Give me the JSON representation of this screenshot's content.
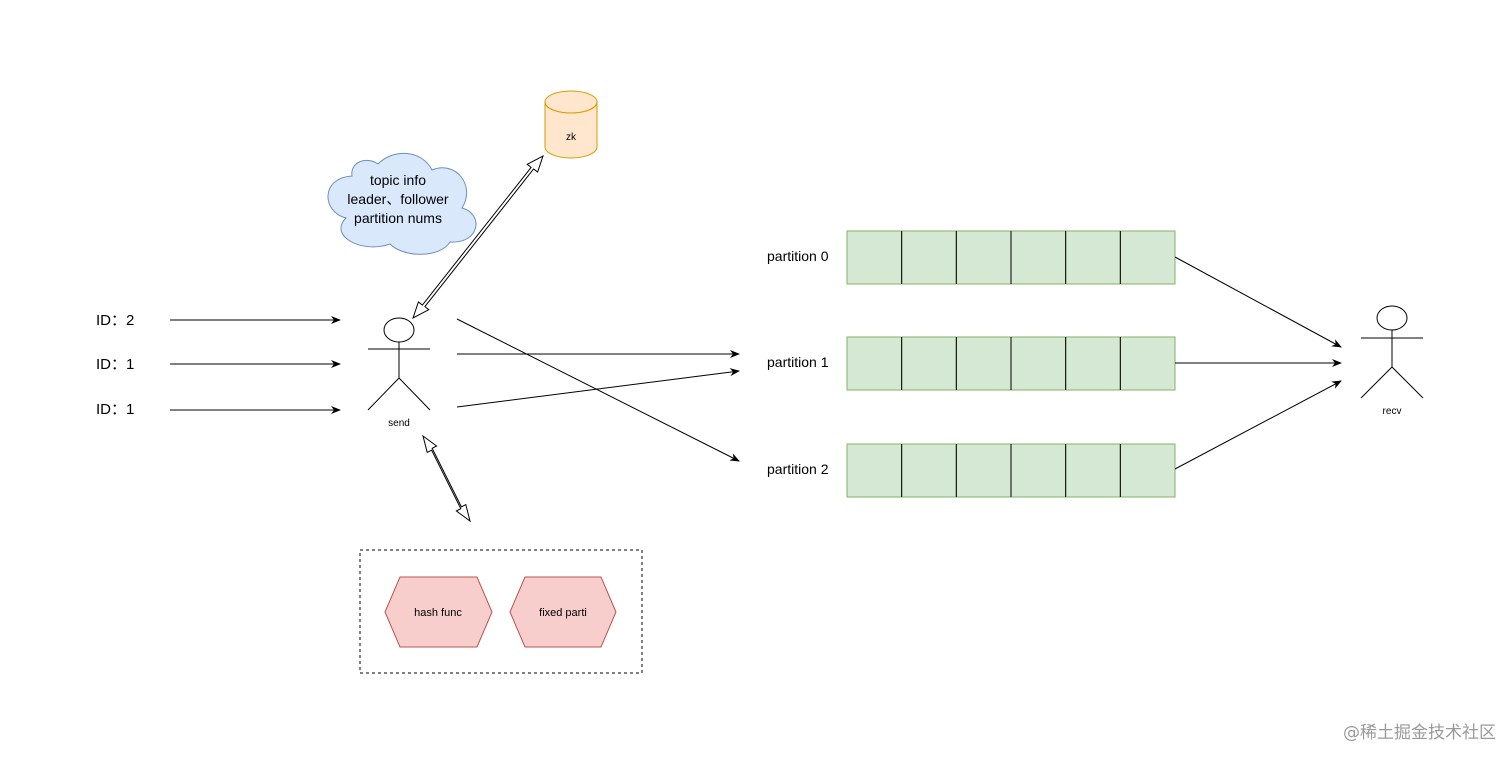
{
  "inputs": [
    {
      "label": "ID：2"
    },
    {
      "label": "ID：1"
    },
    {
      "label": "ID：1"
    }
  ],
  "sender": {
    "label": "send"
  },
  "receiver": {
    "label": "recv"
  },
  "zookeeper": {
    "label": "zk"
  },
  "cloud": {
    "lines": [
      "topic info",
      "leader、follower",
      "partition nums"
    ]
  },
  "strategies": [
    {
      "label": "hash func"
    },
    {
      "label": "fixed parti"
    }
  ],
  "partitions": [
    {
      "label": "partition 0",
      "cells": 6
    },
    {
      "label": "partition 1",
      "cells": 6
    },
    {
      "label": "partition 2",
      "cells": 6
    }
  ],
  "colors": {
    "partition_fill": "#d5e8d4",
    "partition_stroke": "#82b366",
    "zk_fill": "#ffe6cc",
    "zk_stroke": "#d79b00",
    "cloud_fill": "#dae8fc",
    "cloud_stroke": "#6c8ebf",
    "hex_fill": "#f8cecc",
    "hex_stroke": "#b85450"
  },
  "watermark": "@稀土掘金技术社区"
}
